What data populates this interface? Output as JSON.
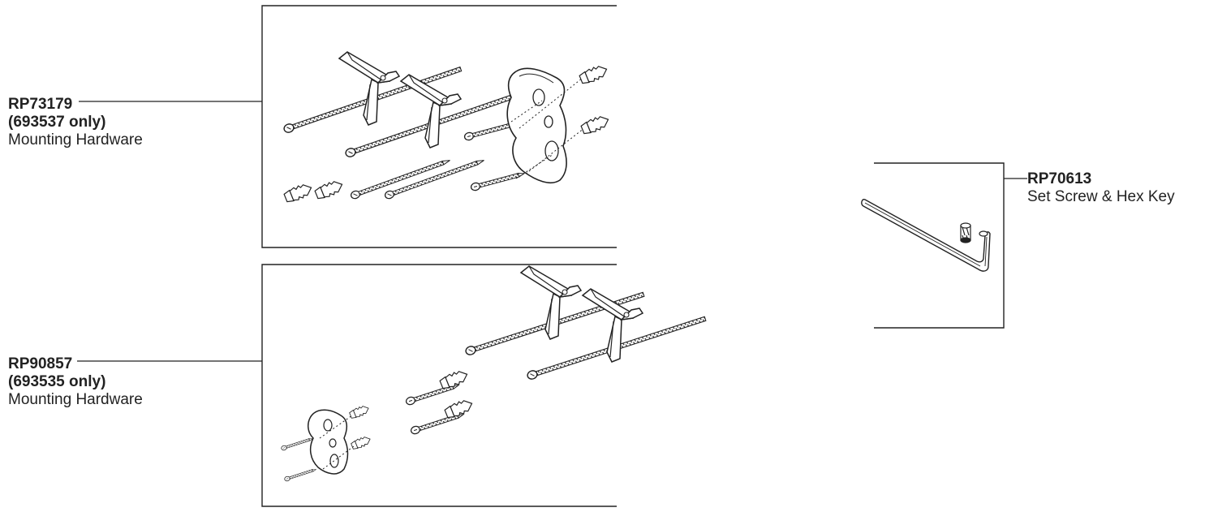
{
  "callouts": [
    {
      "part": "RP73179",
      "note": "(693537 only)",
      "desc": "Mounting Hardware"
    },
    {
      "part": "RP90857",
      "note": "(693535 only)",
      "desc": "Mounting Hardware"
    },
    {
      "part": "RP70613",
      "note": "",
      "desc": "Set Screw & Hex Key"
    }
  ],
  "colors": {
    "ink": "#222222",
    "background": "#ffffff"
  },
  "icons": [
    "toggle-bolt",
    "wood-screw",
    "wall-anchor",
    "mounting-plate",
    "hex-key",
    "set-screw"
  ]
}
